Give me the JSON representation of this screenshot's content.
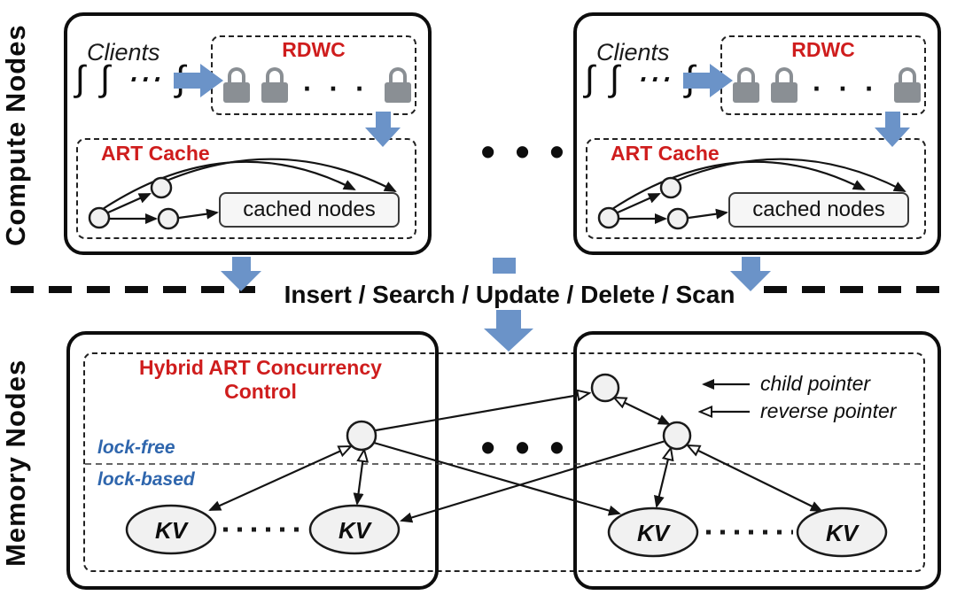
{
  "labels": {
    "compute_nodes": "Compute Nodes",
    "memory_nodes": "Memory Nodes",
    "operations": "Insert / Search / Update / Delete / Scan",
    "ellipsis": "• • •"
  },
  "compute_node": {
    "clients_label": "Clients",
    "clients_glyphs": "∫ ∫ ⋯ ∫",
    "rdwc_label": "RDWC",
    "rdwc_ellipsis": "· · ·",
    "art_cache_label": "ART Cache",
    "cached_nodes_label": "cached nodes"
  },
  "memory_node": {
    "hybrid_title_line1": "Hybrid ART Concurrency",
    "hybrid_title_line2": "Control",
    "lock_free_label": "lock-free",
    "lock_based_label": "lock-based",
    "kv_label": "KV",
    "legend": {
      "child_pointer": "child pointer",
      "reverse_pointer": "reverse pointer"
    }
  },
  "colors": {
    "accent_red": "#cf1d1d",
    "arrow_blue": "#6b93c8",
    "text_blue": "#2f66ad",
    "lock_gray": "#8a8f94",
    "ink": "#141414"
  }
}
